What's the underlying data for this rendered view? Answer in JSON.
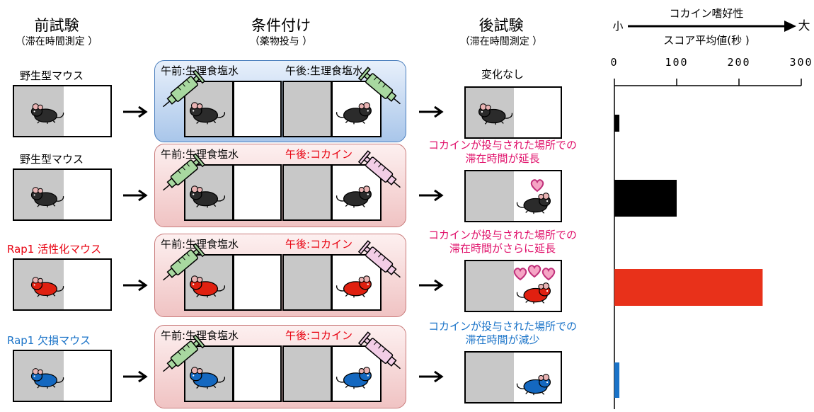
{
  "headers": {
    "pre_test": "前試験",
    "pre_test_sub": "（滞在時間測定 ）",
    "conditioning": "条件付け",
    "conditioning_sub": "（薬物投与 ）",
    "post_test": "後試験",
    "post_test_sub": "（滞在時間測定 ）"
  },
  "rows": [
    {
      "label": "野生型マウス",
      "label_color": "#000000",
      "am": "午前:生理食塩水",
      "pm": "午後:生理食塩水",
      "pm_color": "#000000",
      "result": "変化なし",
      "result_color": "#000000",
      "mouse_color": "#2b2b2b",
      "hearts": 0
    },
    {
      "label": "野生型マウス",
      "label_color": "#000000",
      "am": "午前:生理食塩水",
      "pm": "午後:コカイン",
      "pm_color": "#e8000f",
      "result": "コカインが投与された場所での\n滞在時間が延長",
      "result_color": "#e0106a",
      "mouse_color": "#2b2b2b",
      "hearts": 1
    },
    {
      "label": "Rap1 活性化マウス",
      "label_color": "#e8000f",
      "am": "午前:生理食塩水",
      "pm": "午後:コカイン",
      "pm_color": "#e8000f",
      "result": "コカインが投与された場所での\n滞在時間がさらに延長",
      "result_color": "#e0106a",
      "mouse_color": "#e02010",
      "hearts": 3
    },
    {
      "label": "Rap1 欠損マウス",
      "label_color": "#1a73c8",
      "am": "午前:生理食塩水",
      "pm": "午後:コカイン",
      "pm_color": "#e8000f",
      "result": "コカインが投与された場所での\n滞在時間が減少",
      "result_color": "#1a73c8",
      "mouse_color": "#1468c0",
      "hearts": 0
    }
  ],
  "chart_data": {
    "type": "bar",
    "orientation": "horizontal",
    "top_axis_title": "コカイン嗜好性",
    "top_axis_left": "小",
    "top_axis_right": "大",
    "xlabel": "スコア平均値(秒 )",
    "xlim": [
      0,
      300
    ],
    "ticks": [
      "0",
      "100",
      "200",
      "300"
    ],
    "categories": [
      "野生型マウス (生理食塩水)",
      "野生型マウス (コカイン)",
      "Rap1 活性化マウス",
      "Rap1 欠損マウス"
    ],
    "values": [
      8,
      100,
      238,
      8
    ],
    "colors": [
      "#000000",
      "#000000",
      "#e8311a",
      "#1a73c8"
    ]
  }
}
